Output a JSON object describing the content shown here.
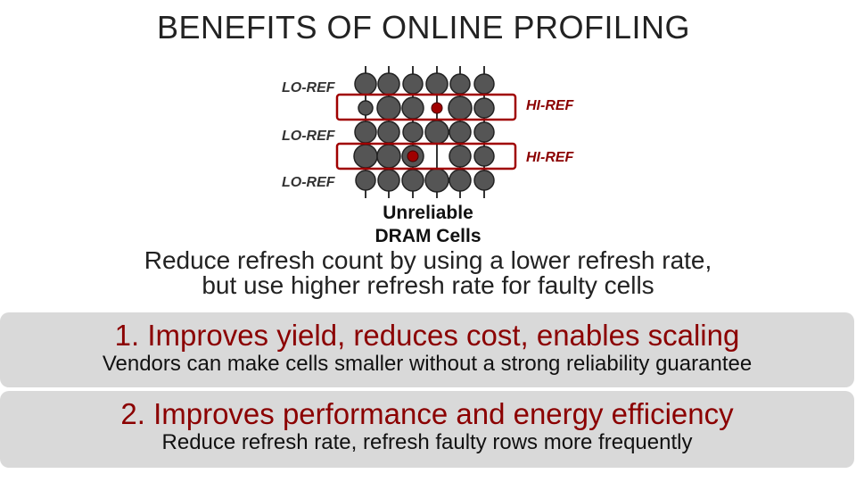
{
  "title": "BENEFITS OF ONLINE PROFILING",
  "diagram": {
    "lo_ref_label": "LO-REF",
    "hi_ref_label": "HI-REF",
    "cells_label_line1": "Unreliable",
    "cells_label_line2": "DRAM Cells",
    "colors": {
      "cell": "#555555",
      "faulty_cell": "#a00000",
      "row_box": "#a00000"
    }
  },
  "summary": {
    "line1": "Reduce refresh count by using a lower refresh rate,",
    "line2": "but use higher refresh rate for faulty cells"
  },
  "benefits": [
    {
      "heading": "1.   Improves yield, reduces cost, enables scaling",
      "detail": "Vendors can make cells smaller without a strong reliability guarantee"
    },
    {
      "heading": "2. Improves performance and energy efficiency",
      "detail": "Reduce refresh rate, refresh faulty rows more frequently"
    }
  ]
}
